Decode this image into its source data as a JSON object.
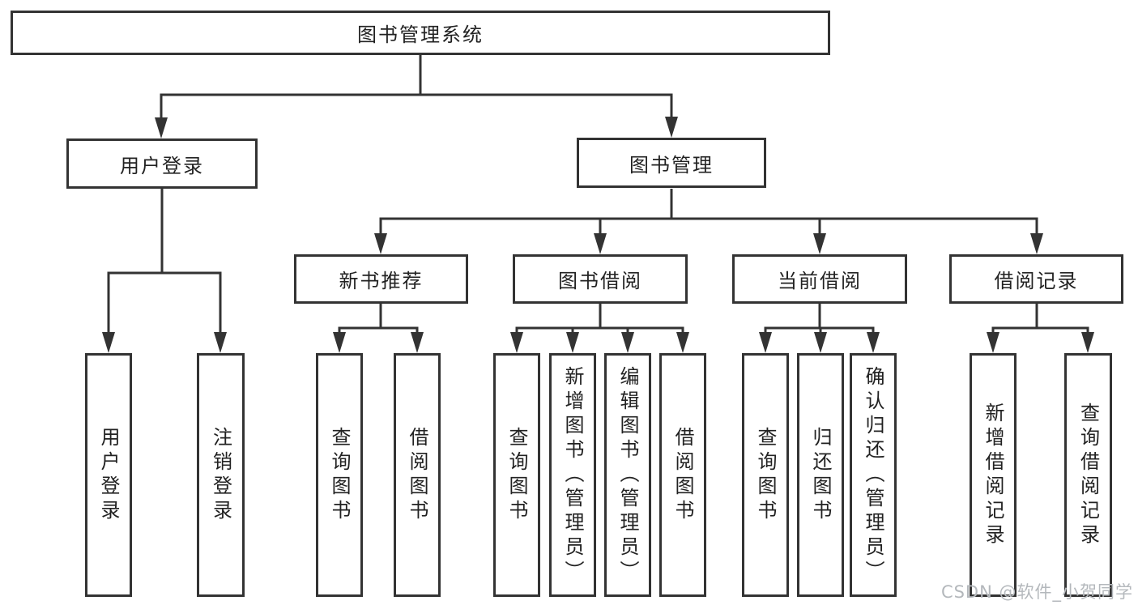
{
  "colors": {
    "line": "#333333",
    "box_border": "#333333",
    "text": "#222222",
    "background": "#ffffff",
    "watermark": "#b4b8bc"
  },
  "diagram": {
    "root": {
      "label": "图书管理系统"
    },
    "level2": [
      {
        "label": "用户登录"
      },
      {
        "label": "图书管理"
      }
    ],
    "level3": [
      {
        "label": "新书推荐"
      },
      {
        "label": "图书借阅"
      },
      {
        "label": "当前借阅"
      },
      {
        "label": "借阅记录"
      }
    ],
    "leaves": {
      "user_login": [
        {
          "label": "用户登录"
        },
        {
          "label": "注销登录"
        }
      ],
      "new_book_recommend": [
        {
          "label": "查询图书"
        },
        {
          "label": "借阅图书"
        }
      ],
      "book_borrow": [
        {
          "label": "查询图书"
        },
        {
          "label": "新增图书（管理员）"
        },
        {
          "label": "编辑图书（管理员）"
        },
        {
          "label": "借阅图书"
        }
      ],
      "current_borrow": [
        {
          "label": "查询图书"
        },
        {
          "label": "归还图书"
        },
        {
          "label": "确认归还（管理员）"
        }
      ],
      "borrow_records": [
        {
          "label": "新增借阅记录"
        },
        {
          "label": "查询借阅记录"
        }
      ]
    }
  },
  "watermark": {
    "text": "CSDN @软件_小贺同学"
  }
}
